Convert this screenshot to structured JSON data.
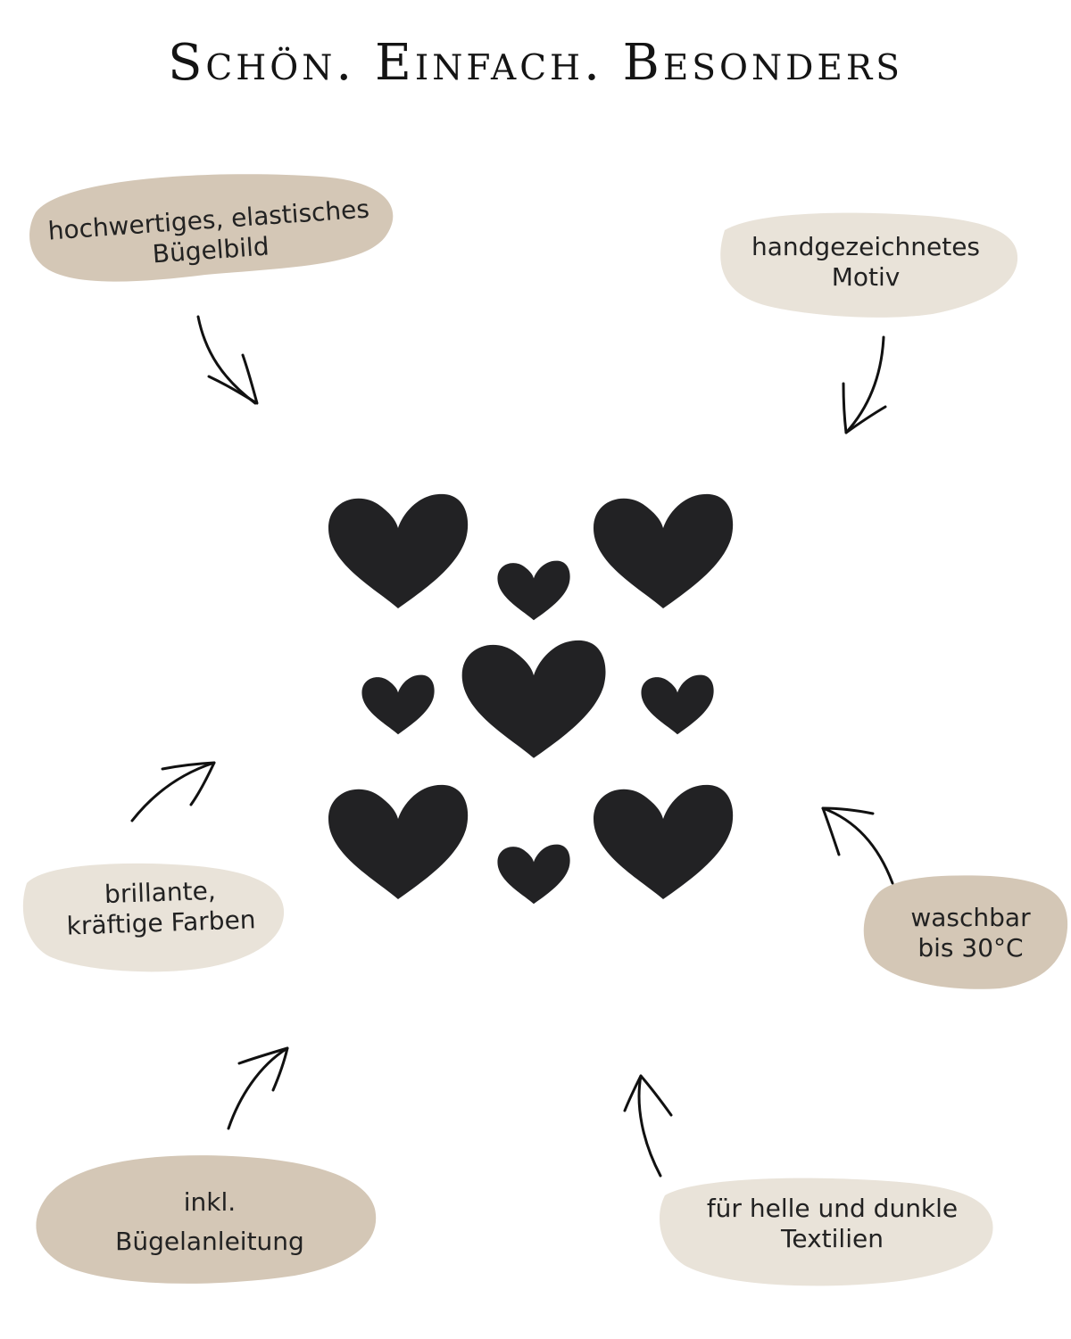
{
  "title": "Schön. Einfach. Besonders",
  "colors": {
    "blob_dark": "#d4c7b6",
    "blob_light": "#e9e3d9",
    "heart": "#222224",
    "arrow": "#111111"
  },
  "features": [
    {
      "line1": "hochwertiges, elastisches",
      "line2": "Bügelbild"
    },
    {
      "line1": "handgezeichnetes",
      "line2": "Motiv"
    },
    {
      "line1": "brillante,",
      "line2": "kräftige Farben"
    },
    {
      "line1": "waschbar",
      "line2": "bis 30°C"
    },
    {
      "line1": "inkl.",
      "line2": "Bügelanleitung"
    },
    {
      "line1": "für helle und dunkle",
      "line2": "Textilien"
    }
  ]
}
